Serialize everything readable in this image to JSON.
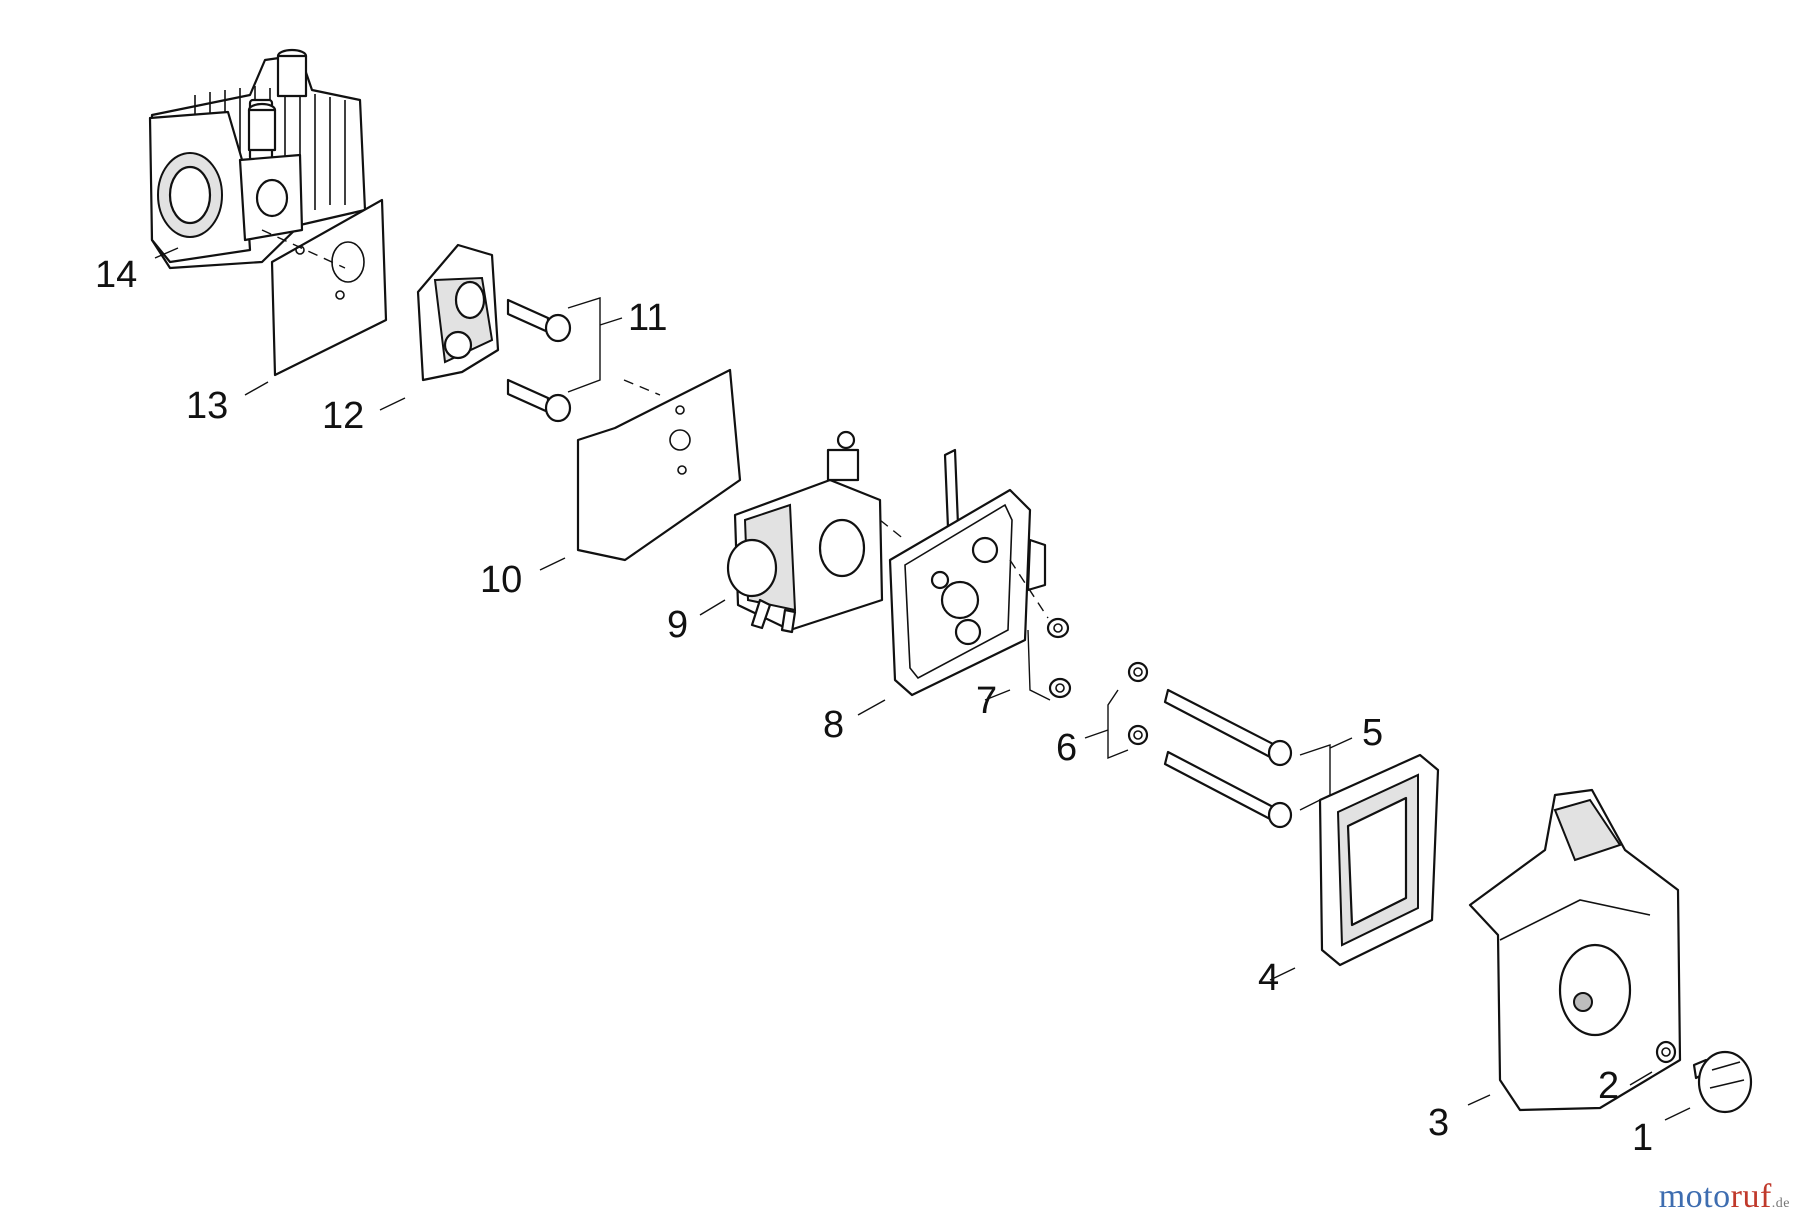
{
  "callouts": [
    "1",
    "2",
    "3",
    "4",
    "5",
    "6",
    "7",
    "8",
    "9",
    "10",
    "11",
    "12",
    "13",
    "14"
  ],
  "watermark": {
    "brand_a": "moto",
    "brand_b": "ruf",
    "tld": ".de"
  }
}
